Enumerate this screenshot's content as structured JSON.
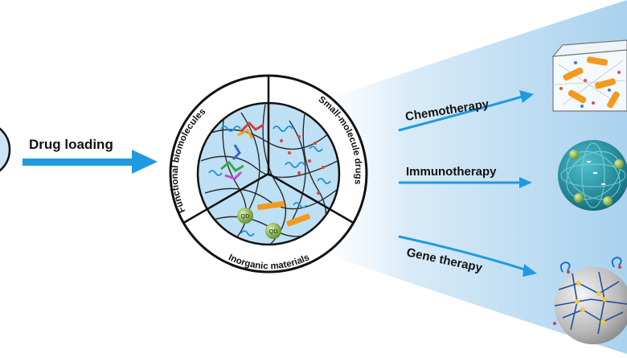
{
  "diagram": {
    "arrow_drug_loading": "Drug loading",
    "circle_segments": {
      "top_left": "Functional biomolecules",
      "top_right": "Small-molecule drugs",
      "bottom": "Inorganic materials"
    },
    "quantum_dot_label": "QD",
    "therapies": [
      {
        "label": "Chemotherapy"
      },
      {
        "label": "Immunotherapy"
      },
      {
        "label": "Gene therapy"
      }
    ],
    "colors": {
      "arrow_blue": "#1f9ae0",
      "fan_blue": "#bcdcf2",
      "circle_fill": "#bde0f5",
      "qd_green": "#78b82a",
      "rod_orange": "#f39a1e",
      "teal_sphere": "#1f8a9e"
    }
  }
}
